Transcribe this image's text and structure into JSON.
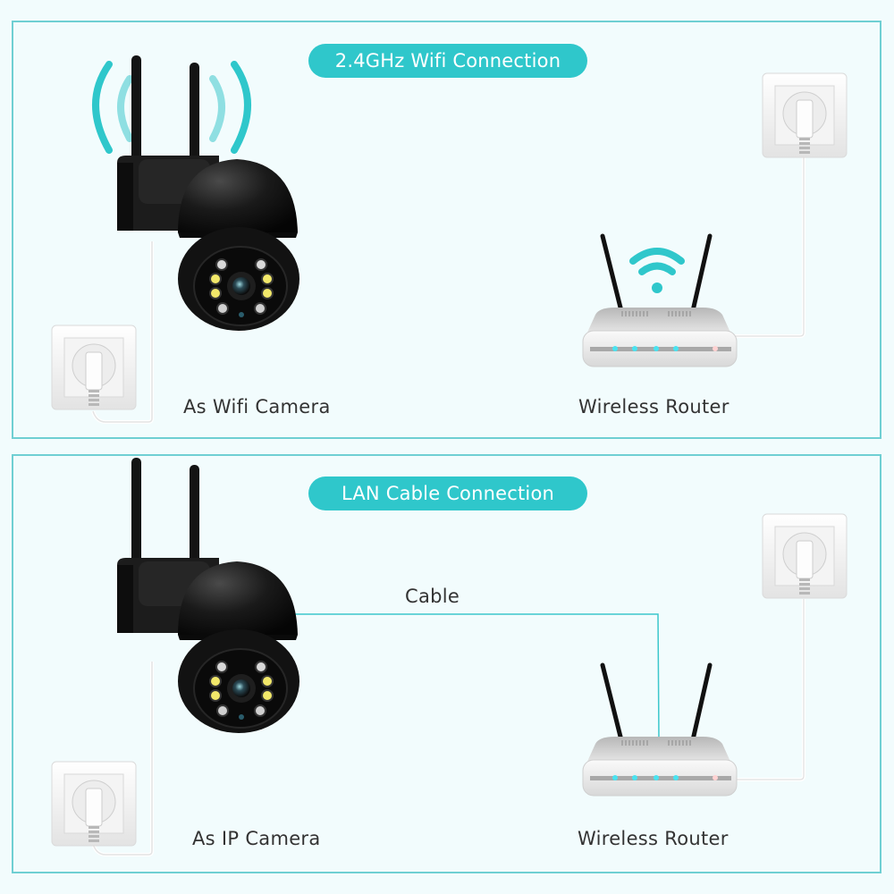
{
  "sections": [
    {
      "title": "2.4GHz Wifi Connection",
      "device_label": "As Wifi Camera",
      "router_label": "Wireless Router",
      "connection_type": "wifi"
    },
    {
      "title": "LAN Cable Connection",
      "device_label": "As IP Camera",
      "router_label": "Wireless Router",
      "cable_label": "Cable",
      "connection_type": "lan"
    }
  ],
  "colors": {
    "accent": "#2fc7cb",
    "panel_border": "#6fcfd3",
    "background": "#f2fcfd",
    "text": "#333333",
    "camera_body": "#141414"
  },
  "icons": [
    "wifi-signal-icon",
    "ptz-camera-icon",
    "wall-socket-icon",
    "router-icon"
  ]
}
